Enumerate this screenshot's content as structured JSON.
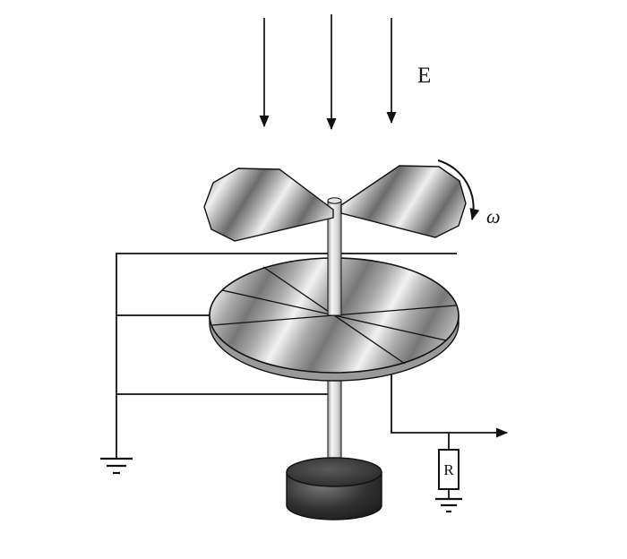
{
  "diagram": {
    "description": "field-mill sensor schematic",
    "labels": {
      "electric_field": "E",
      "angular_velocity": "ω",
      "resistor": "R"
    },
    "colors": {
      "line": "#111111",
      "metal_light": "#efefef",
      "metal_dark": "#6b6b6b",
      "motor_dark": "#0d0d0d",
      "background": "#ffffff"
    }
  }
}
